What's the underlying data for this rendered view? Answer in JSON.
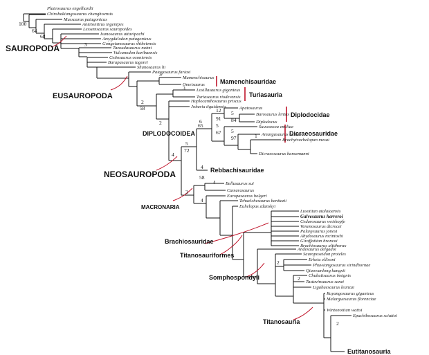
{
  "colors": {
    "line": "#111111",
    "accent": "#c0142a"
  },
  "taxa": [
    "Plateosaurus engelhardti",
    "Chinshakiangosaurus chunghoensis",
    "Mussaurus patagonicus",
    "Antetonitrus ingenipes",
    "Lessemsaurus sauropoides",
    "Isanosaurus attavipachi",
    "Amygdalodon patagonicus",
    "Gongxianosaurus shibeiensis",
    "Tazoudasaurus naimi",
    "Vulcanodon karibaensis",
    "Cetiosaurus oxoniensis",
    "Barapasaurus tagorei",
    "Shunosaurus lii",
    "Patagosaurus fariasi",
    "Mamenchisaurus",
    "Omeisaurus",
    "Losillasaurus giganteus",
    "Turiasaurus riodevensis",
    "Haplocanthosaurus priscus",
    "Jobaria tiguidensis",
    "Apatosaurus",
    "Barosaurus lentus",
    "Diplodocus",
    "Suuwassea emiliae",
    "Amargasaurus cazaui",
    "Brachytrachelopan mesai",
    "Dicraeosaurus hansemanni",
    "Bellusaurus sui",
    "Camarasaurus",
    "Europasaurus holgeri",
    "Tehuelchesaurus benitezii",
    "Euhelopus zdanskyi",
    "Lusotitan atalaiaensis",
    "Galvesaurus herreroi",
    "Cedarosaurus weiskopfe",
    "Venenosaurus dicrocei",
    "Paluxysaurus jonesi",
    "Abydosaurus mcintoshi",
    "Giraffatitan brancai",
    "Brachiosaurus altithorax",
    "Andesaurus delgadoi",
    "Sauroposeidon proteles",
    "Erketu ellisoni",
    "Phuwiangosaurus sirindhornae",
    "Qiaowanlong kangxii",
    "Chubutisaurus insignis",
    "Tastavinsaurus sanzi",
    "Ligabuesaurus leanzai",
    "Ruyangosaurus giganteus",
    "Malarguesaurus florenciae",
    "Wintonotitan wattsi",
    "Epachthosaurus sciuttoi"
  ],
  "highlighted_taxon_index": 33,
  "clades": {
    "sauropoda": "SAUROPODA",
    "eusauropoda": "EUSAUROPODA",
    "diplodocoidea": "DIPLODOCOIDEA",
    "neosauropoda": "NEOSAUROPODA",
    "macronaria": "MACRONARIA",
    "brachiosauridae": "Brachiosauridae",
    "titanosauriformes": "Titanosauriformes",
    "somphospondyli": "Somphospondyli",
    "titanosauria": "Titanosauria"
  },
  "families": {
    "mamenchisauridae": "Mamenchisauridae",
    "turiasauria": "Turiasauria",
    "diplodocidae": "Diplodocidae",
    "dicraeosauridae": "Dicraeosauridae",
    "rebbachisauridae": "Rebbachisauridae",
    "eutitanosauria": "Eutitanosauria"
  },
  "support_values": {
    "n100": "100",
    "n64": "64",
    "n68": "68",
    "n3a": "3",
    "n3b": "3",
    "n2a": "2",
    "n58a": "58",
    "n3c": "3",
    "n2b": "2",
    "n12": "12",
    "n5a": "5",
    "n91": "91",
    "n84": "84",
    "n6": "6",
    "n65": "65",
    "n5b": "5",
    "n67": "67",
    "n5c": "5",
    "n1": "1",
    "n97": "97",
    "n5d": "5",
    "n72": "72",
    "n4a": "4",
    "n4b": "4",
    "n58b": "58",
    "n4c": "4",
    "n3d": "3",
    "n4d": "4",
    "n2c": "2",
    "n2d": "2",
    "n2e": "2"
  }
}
